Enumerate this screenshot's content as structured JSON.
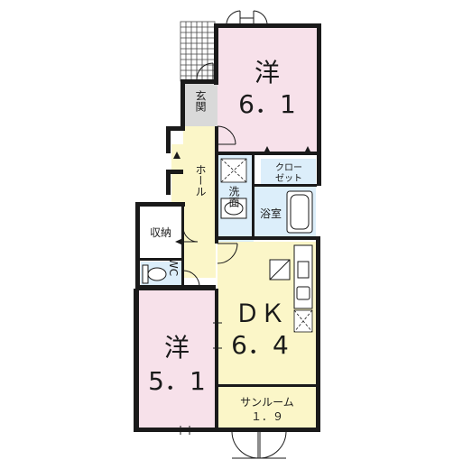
{
  "rooms": {
    "western_top": {
      "label": "洋",
      "size": "6．1"
    },
    "western_left": {
      "label": "洋",
      "size": "5．1"
    },
    "dk": {
      "label": "ＤＫ",
      "size": "6．4"
    },
    "sunroom": {
      "label": "サンルーム",
      "size": "１．９"
    },
    "entrance": {
      "label": "玄関"
    },
    "hall": {
      "label": "ホール"
    },
    "closet": {
      "line1": "クロー",
      "line2": "ゼット"
    },
    "washroom": {
      "label": "洗面"
    },
    "bathroom": {
      "label": "浴室"
    },
    "storage": {
      "label": "収納"
    },
    "toilet": {
      "label": "WC"
    }
  },
  "colors": {
    "wall": "#1a1a1a",
    "western": "#f7e1ea",
    "dk": "#fbf6c8",
    "hall": "#fbf6c8",
    "wet": "#dceefa",
    "entrance": "#d9d9d9",
    "white": "#ffffff"
  }
}
